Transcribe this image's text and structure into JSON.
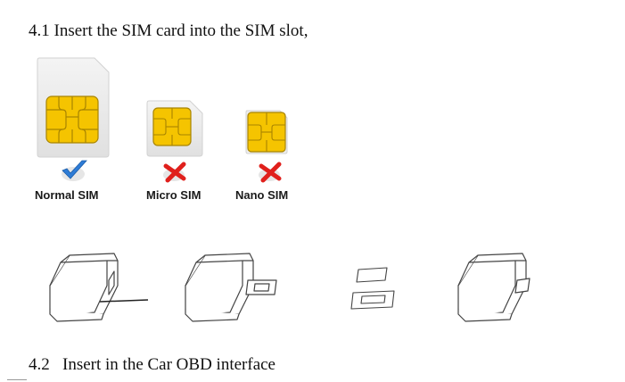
{
  "steps": {
    "step1": "4.1 Insert the SIM card into the SIM slot,",
    "step2": "4.2   Insert in the Car OBD interface"
  },
  "sims": {
    "normal": {
      "label": "Normal SIM",
      "status": "check-icon"
    },
    "micro": {
      "label": "Micro SIM",
      "status": "cross-icon"
    },
    "nano": {
      "label": "Nano SIM",
      "status": "cross-icon"
    }
  },
  "colors": {
    "chip_gold": "#f5c400",
    "chip_line": "#a88400",
    "card_fill": "#ececec",
    "check_blue": "#2e7cd6",
    "cross_red": "#e0201c",
    "line_art": "#444444"
  }
}
